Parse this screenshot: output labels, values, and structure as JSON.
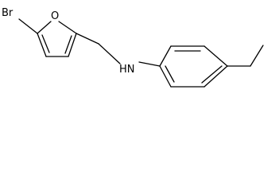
{
  "molecule": {
    "atoms": {
      "bromine": "Br",
      "oxygen": "O",
      "amine": "HN"
    }
  }
}
